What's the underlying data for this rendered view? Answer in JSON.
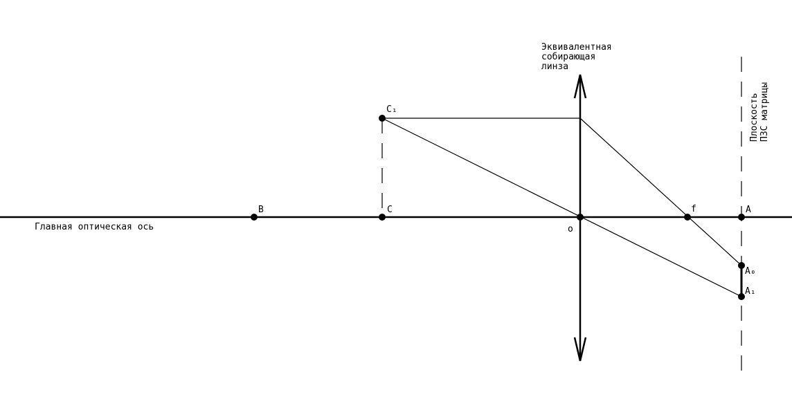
{
  "axis_label": "Главная оптическая ось",
  "lens_label": [
    "Эквивалентная",
    "собирающая",
    "линза"
  ],
  "plane_label": [
    "Плоскость",
    "ПЗС матрицы"
  ],
  "points": {
    "B": "B",
    "C": "C",
    "C1": "C₁",
    "O": "o",
    "f": "f",
    "A": "A",
    "A0": "A₀",
    "A1": "A₁"
  },
  "colors": {
    "stroke": "#000000",
    "background": "#ffffff"
  }
}
